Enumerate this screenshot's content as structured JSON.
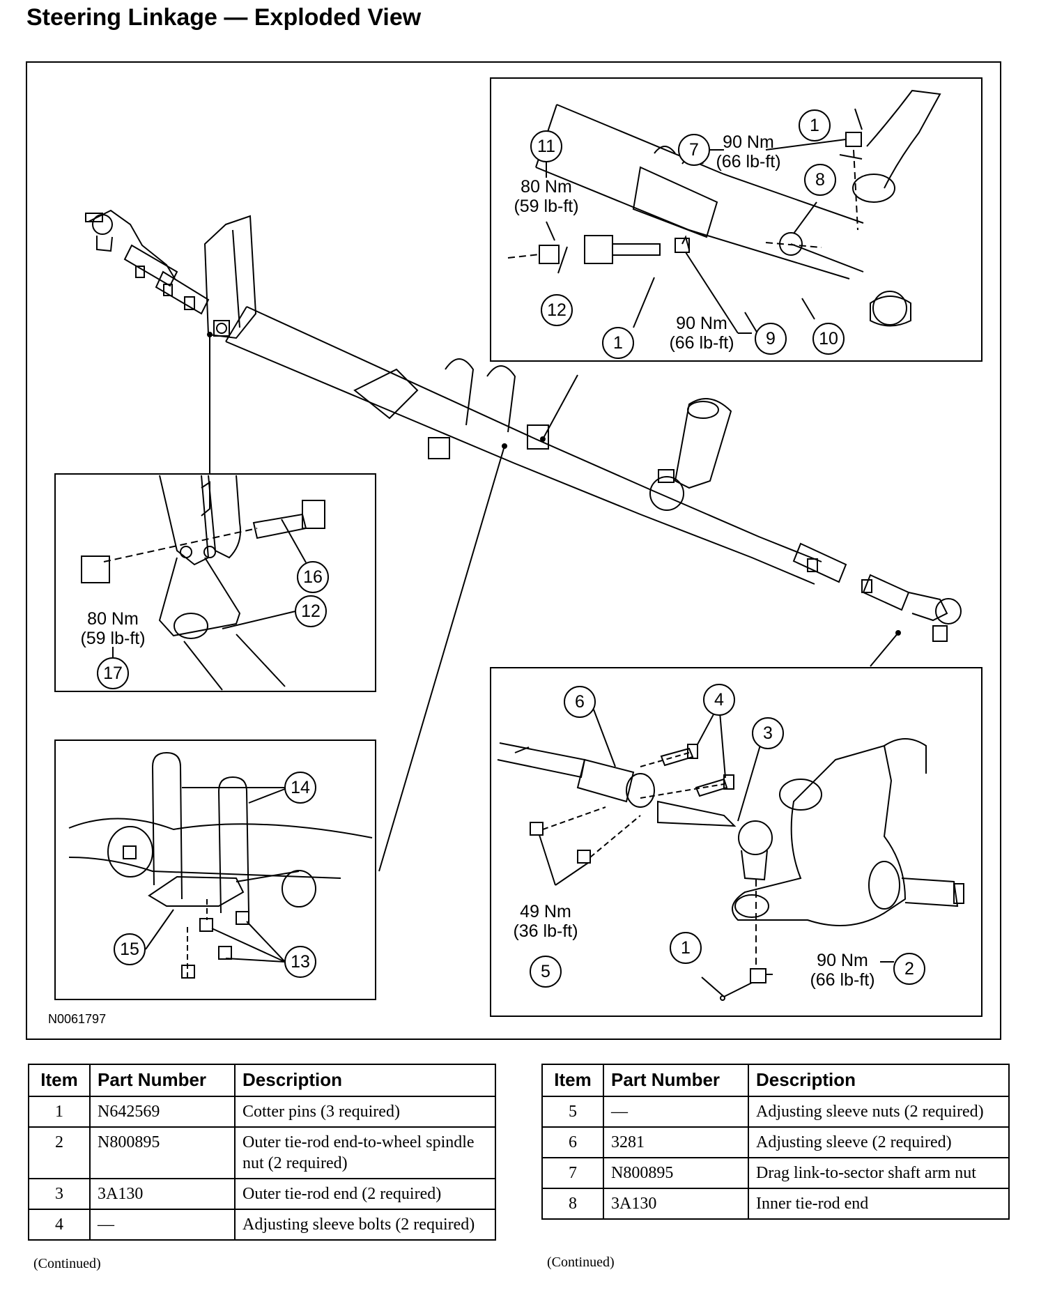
{
  "title": "Steering Linkage — Exploded View",
  "figure_id": "N0061797",
  "callouts": {
    "c1": "1",
    "c2": "2",
    "c3": "3",
    "c4": "4",
    "c5": "5",
    "c6": "6",
    "c7": "7",
    "c8": "8",
    "c9": "9",
    "c10": "10",
    "c11": "11",
    "c12": "12",
    "c13": "13",
    "c14": "14",
    "c15": "15",
    "c16": "16",
    "c17": "17"
  },
  "torques": {
    "t7_nm": "90 Nm",
    "t7_lbft": "(66 lb-ft)",
    "t11_nm": "80 Nm",
    "t11_lbft": "(59 lb-ft)",
    "t9_nm": "90 Nm",
    "t9_lbft": "(66 lb-ft)",
    "t17_nm": "80 Nm",
    "t17_lbft": "(59 lb-ft)",
    "t5_nm": "49 Nm",
    "t5_lbft": "(36 lb-ft)",
    "t2_nm": "90 Nm",
    "t2_lbft": "(66 lb-ft)"
  },
  "table_headers": {
    "item": "Item",
    "part_number": "Part Number",
    "description": "Description"
  },
  "table_left": [
    {
      "item": "1",
      "part": "N642569",
      "desc": "Cotter pins (3 required)"
    },
    {
      "item": "2",
      "part": "N800895",
      "desc": "Outer tie-rod end-to-wheel spindle nut (2 required)"
    },
    {
      "item": "3",
      "part": "3A130",
      "desc": "Outer tie-rod end (2 required)"
    },
    {
      "item": "4",
      "part": "—",
      "desc": "Adjusting sleeve bolts (2 required)"
    }
  ],
  "table_right": [
    {
      "item": "5",
      "part": "—",
      "desc": "Adjusting sleeve nuts (2 required)"
    },
    {
      "item": "6",
      "part": "3281",
      "desc": "Adjusting sleeve (2 required)"
    },
    {
      "item": "7",
      "part": "N800895",
      "desc": "Drag link-to-sector shaft arm nut"
    },
    {
      "item": "8",
      "part": "3A130",
      "desc": "Inner tie-rod end"
    }
  ],
  "continued_left": "(Continued)",
  "continued_right": "(Continued)"
}
